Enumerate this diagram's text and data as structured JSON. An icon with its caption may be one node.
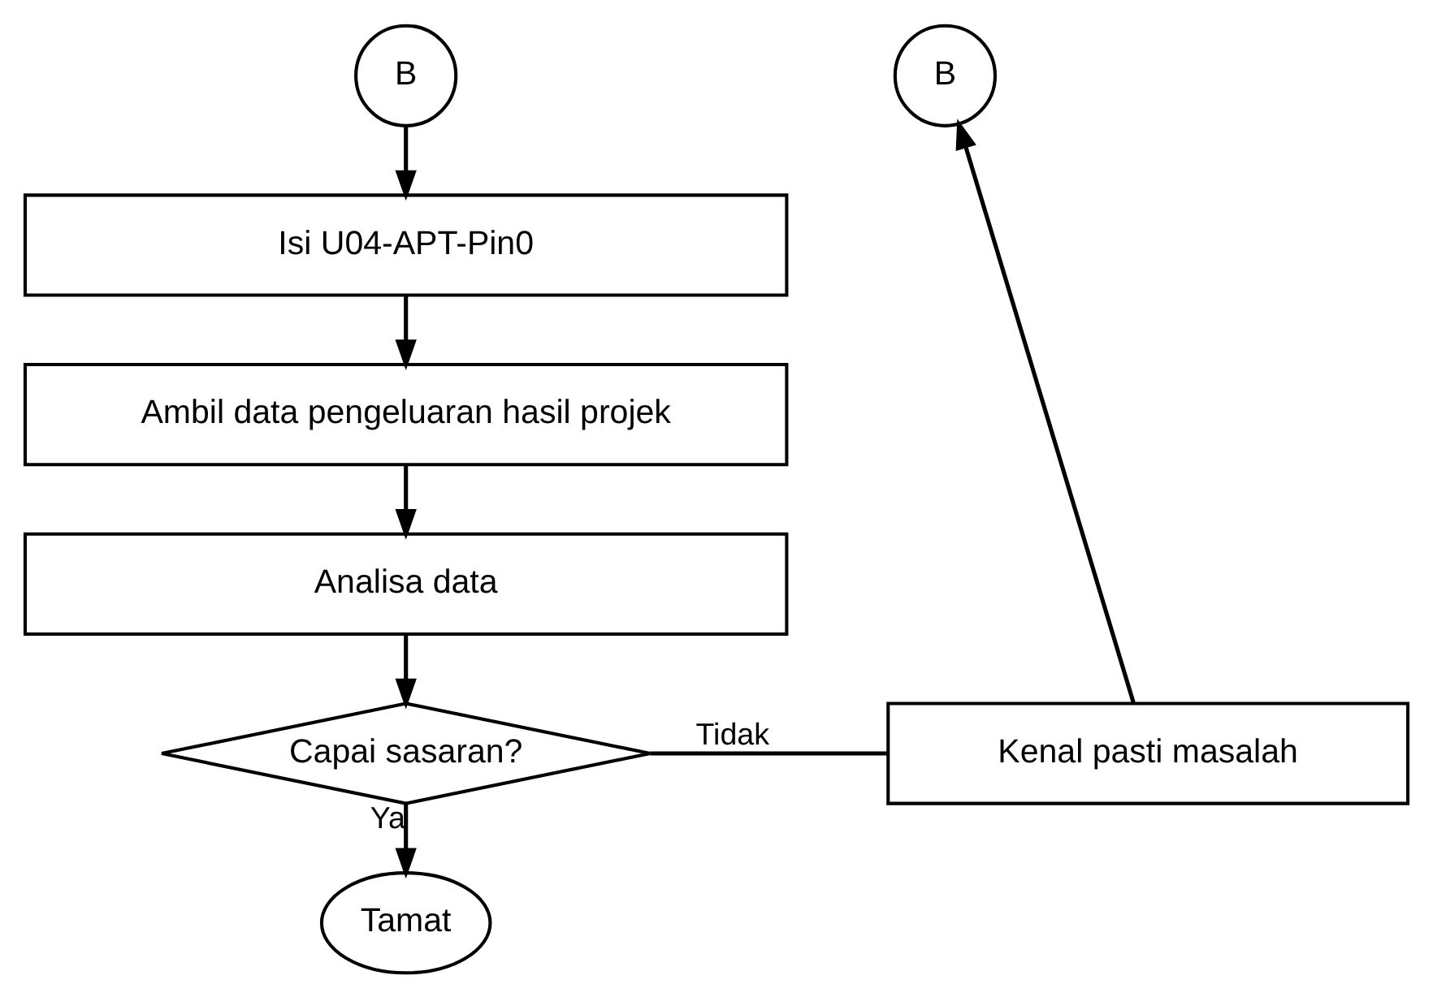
{
  "diagram": {
    "nodes": [
      {
        "text": [
          "B"
        ]
      },
      {
        "text": [
          "Isi U04-APT-Pin0"
        ]
      },
      {
        "text": [
          "Ambil data pengeluaran hasil projek"
        ]
      },
      {
        "text": [
          "Analisa data"
        ]
      },
      {
        "text": [
          "Capai sasaran?"
        ]
      },
      {
        "text": [
          "Kenal pasti masalah"
        ]
      },
      {
        "text": [
          "B"
        ]
      },
      {
        "text": [
          "Tamat"
        ]
      }
    ],
    "edges": [
      {
        "from": 0,
        "to": 1,
        "arrow": "to"
      },
      {
        "from": 1,
        "to": 2,
        "arrow": "to"
      },
      {
        "from": 2,
        "to": 3,
        "arrow": "to"
      },
      {
        "from": 3,
        "to": 4,
        "arrow": "to"
      },
      {
        "from": 4,
        "to": 5,
        "arrow": "none",
        "label": "Tidak"
      },
      {
        "from": 5,
        "to": 6,
        "arrow": "to"
      },
      {
        "from": 4,
        "to": 7,
        "arrow": "to",
        "label": "Ya"
      }
    ]
  }
}
